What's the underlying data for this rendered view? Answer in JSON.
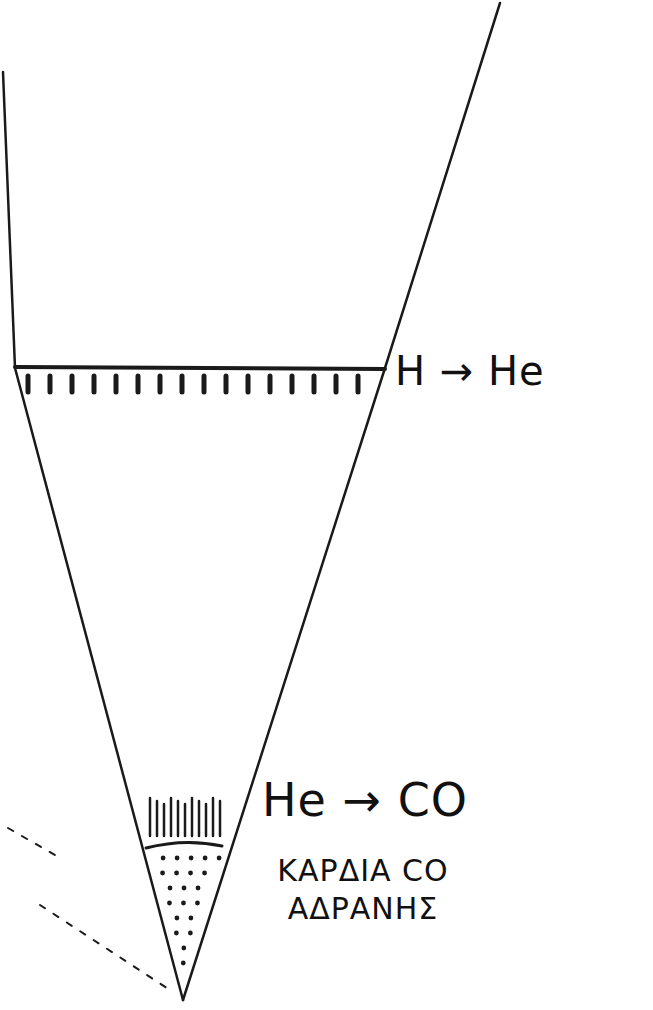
{
  "diagram": {
    "labels": [
      "H → He",
      "He → CO",
      "ΚΑΡΔΙΑ CO ΑΔΡΑΝΗΣ"
    ]
  }
}
